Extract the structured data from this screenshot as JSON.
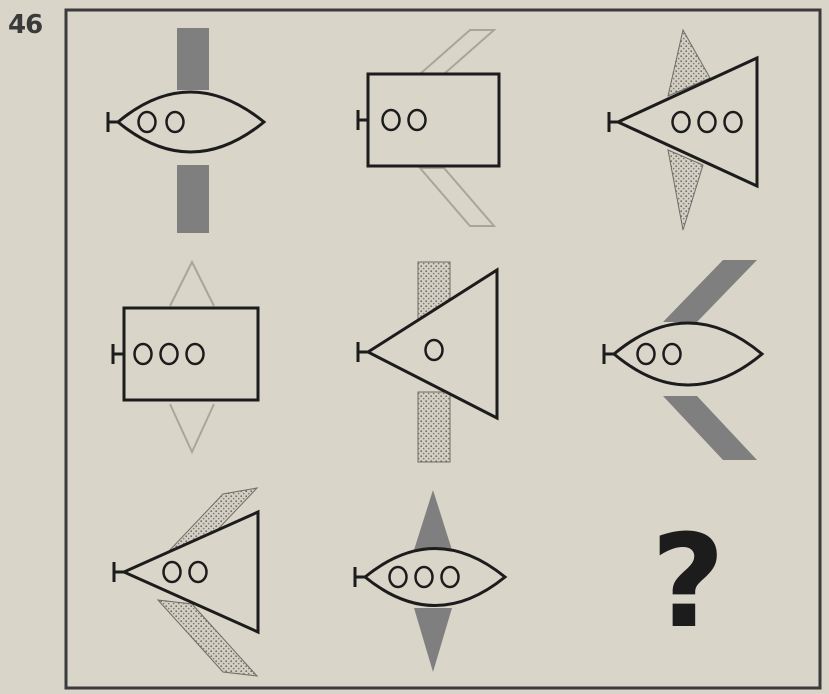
{
  "puzzle": {
    "number": "46",
    "missing_symbol": "?"
  },
  "colors": {
    "background": "#d9d5c9",
    "ink": "#1c1c1c",
    "shaded_fin": "#8a8a8a",
    "dotted_fin": "#c2beb4",
    "hollow_fin": "#b9b5ab"
  },
  "cells": [
    {
      "row": 1,
      "col": 1,
      "body": "lens",
      "windows": 2,
      "fin_style": "solid-gray",
      "fin_shape": "bar"
    },
    {
      "row": 1,
      "col": 2,
      "body": "rectangle",
      "windows": 2,
      "fin_style": "outline",
      "fin_shape": "parallelogram"
    },
    {
      "row": 1,
      "col": 3,
      "body": "triangle",
      "windows": 3,
      "fin_style": "dotted",
      "fin_shape": "triangle"
    },
    {
      "row": 2,
      "col": 1,
      "body": "rectangle",
      "windows": 3,
      "fin_style": "outline",
      "fin_shape": "triangle"
    },
    {
      "row": 2,
      "col": 2,
      "body": "triangle",
      "windows": 1,
      "fin_style": "dotted",
      "fin_shape": "bar"
    },
    {
      "row": 2,
      "col": 3,
      "body": "lens",
      "windows": 2,
      "fin_style": "solid-gray",
      "fin_shape": "parallelogram"
    },
    {
      "row": 3,
      "col": 1,
      "body": "triangle",
      "windows": 2,
      "fin_style": "dotted",
      "fin_shape": "parallelogram"
    },
    {
      "row": 3,
      "col": 2,
      "body": "lens",
      "windows": 3,
      "fin_style": "solid-gray",
      "fin_shape": "triangle"
    },
    {
      "row": 3,
      "col": 3,
      "body": "missing",
      "windows": 0,
      "fin_style": "none",
      "fin_shape": "none"
    }
  ]
}
